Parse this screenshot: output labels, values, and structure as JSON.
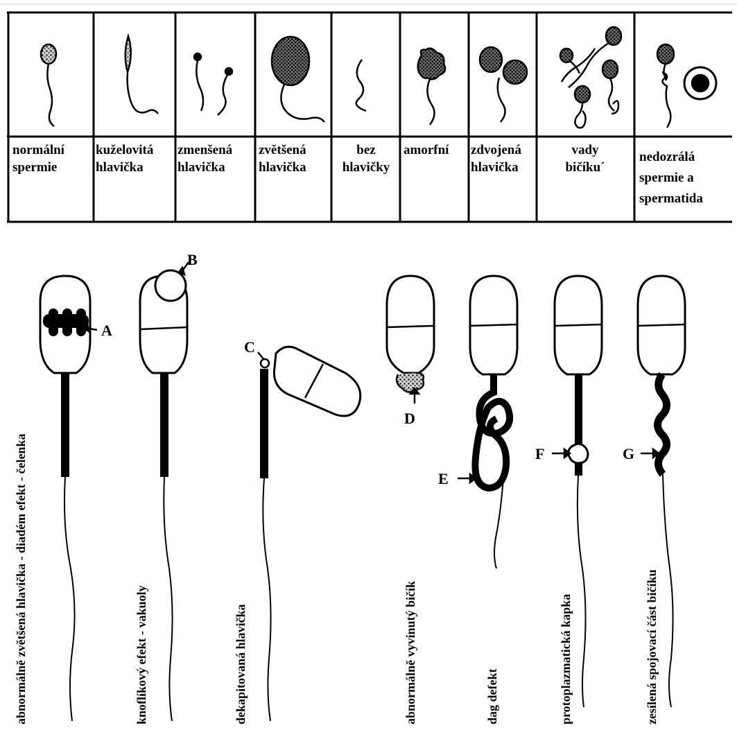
{
  "table": {
    "cells": [
      {
        "line1": "normální",
        "line2": "spermie",
        "line3": ""
      },
      {
        "line1": "kuželovitá",
        "line2": "hlavička",
        "line3": ""
      },
      {
        "line1": "zmenšená",
        "line2": "hlavička",
        "line3": ""
      },
      {
        "line1": "zvětšená",
        "line2": "hlavička",
        "line3": ""
      },
      {
        "line1": "bez",
        "line2": "hlavičky",
        "line3": ""
      },
      {
        "line1": "amorfní",
        "line2": "",
        "line3": ""
      },
      {
        "line1": "zdvojená",
        "line2": "hlavička",
        "line3": ""
      },
      {
        "line1": "vady",
        "line2": "bičíku´",
        "line3": ""
      },
      {
        "line1": "nedozrálá",
        "line2": "spermie a",
        "line3": "spermatida"
      }
    ]
  },
  "defects": {
    "letters": [
      "A",
      "B",
      "C",
      "D",
      "E",
      "F",
      "G"
    ],
    "labels": [
      "abnormálně zvětšená hlavička - diadém efekt - čelenka",
      "knoflíkový efekt - vakuoly",
      "dekapitovaná hlavička",
      "abnormálně vyvinutý bičík",
      "dag defekt",
      "protoplazmatická kapka",
      "zesílená spojovací část bičíku"
    ]
  }
}
